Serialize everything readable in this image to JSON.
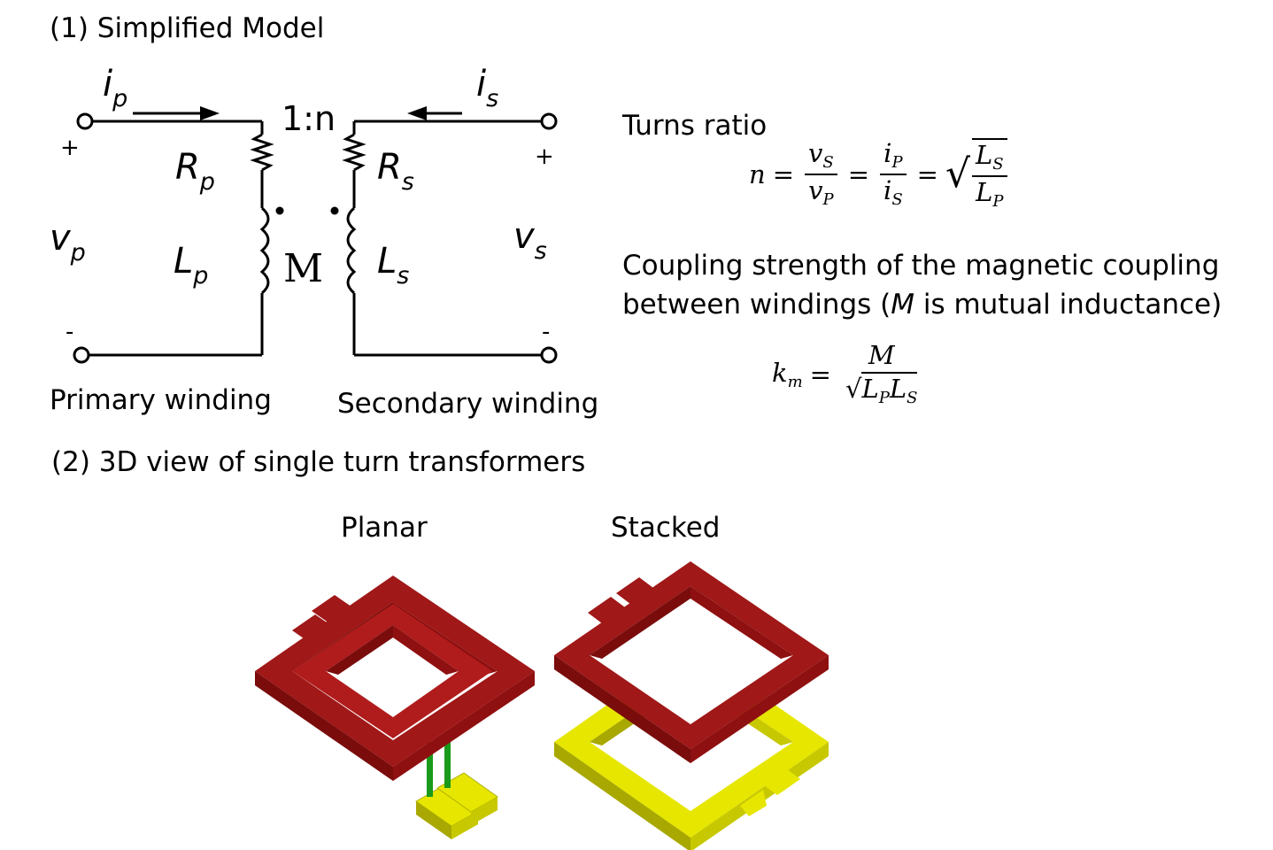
{
  "section1": {
    "title": "(1) Simplified Model"
  },
  "circuit": {
    "ip": {
      "base": "i",
      "sub": "p"
    },
    "is": {
      "base": "i",
      "sub": "s"
    },
    "ratio": "1:n",
    "Rp": {
      "base": "R",
      "sub": "p"
    },
    "Rs": {
      "base": "R",
      "sub": "s"
    },
    "Lp": {
      "base": "L",
      "sub": "p"
    },
    "Ls": {
      "base": "L",
      "sub": "s"
    },
    "vp": {
      "base": "v",
      "sub": "p"
    },
    "vs": {
      "base": "v",
      "sub": "s"
    },
    "M": "M",
    "plus": "+",
    "minus": "-",
    "primary_label": "Primary winding",
    "secondary_label": "Secondary winding"
  },
  "turns_ratio": {
    "heading": "Turns ratio",
    "n": "n",
    "vS": "v",
    "vS_sub": "S",
    "vP": "v",
    "vP_sub": "P",
    "iP": "i",
    "iP_sub": "P",
    "iS": "i",
    "iS_sub": "S",
    "LS": "L",
    "LS_sub": "S",
    "LP": "L",
    "LP_sub": "P",
    "eq": "="
  },
  "coupling": {
    "text_line1": "Coupling strength of the magnetic coupling",
    "text_line2_a": "between windings (",
    "text_line2_M": "M",
    "text_line2_b": " is mutual inductance)",
    "km": "k",
    "km_sub": "m",
    "M": "M",
    "den_L1": "L",
    "den_L1_sub": "P",
    "den_L2": "L",
    "den_L2_sub": "S",
    "eq": "="
  },
  "section2": {
    "title": "(2) 3D view of single turn transformers",
    "planar_label": "Planar",
    "stacked_label": "Stacked"
  },
  "colors": {
    "red_top": "#a01818",
    "red_side": "#7a0c0c",
    "yellow_top": "#e6e600",
    "yellow_side": "#a8a800",
    "green": "#1a9a1a"
  }
}
